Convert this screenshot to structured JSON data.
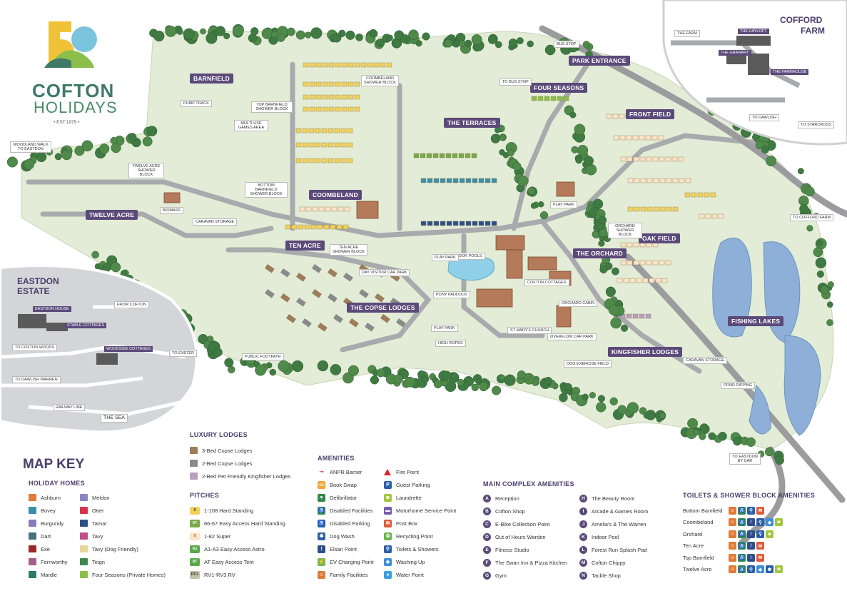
{
  "logo": {
    "number": "50",
    "brand_line1": "COFTON",
    "brand_line2": "HOLIDAYS",
    "est": "• EST.1975 •"
  },
  "areas": [
    {
      "id": "barnfield",
      "label": "BARNFIELD"
    },
    {
      "id": "coombeland",
      "label": "COOMBELAND"
    },
    {
      "id": "the-terraces",
      "label": "THE TERRACES"
    },
    {
      "id": "four-seasons",
      "label": "FOUR SEASONS"
    },
    {
      "id": "front-field",
      "label": "FRONT FIELD"
    },
    {
      "id": "park-entrance",
      "label": "PARK ENTRANCE"
    },
    {
      "id": "twelve-acre",
      "label": "TWELVE ACRE"
    },
    {
      "id": "ten-acre",
      "label": "TEN ACRE"
    },
    {
      "id": "the-copse-lodges",
      "label": "THE COPSE LODGES"
    },
    {
      "id": "the-orchard",
      "label": "THE ORCHARD"
    },
    {
      "id": "oak-field",
      "label": "OAK FIELD"
    },
    {
      "id": "fishing-lakes",
      "label": "FISHING LAKES"
    },
    {
      "id": "kingfisher-lodges",
      "label": "KINGFISHER LODGES"
    }
  ],
  "small_labels": [
    {
      "id": "woodland-walk",
      "text": "WOODLAND WALK TO EASTDON"
    },
    {
      "id": "pump-track",
      "text": "PUMP TRACK"
    },
    {
      "id": "multi-use",
      "text": "MULTI-USE GAMES AREA"
    },
    {
      "id": "top-barnfield-shower",
      "text": "TOP BARNFIELD SHOWER BLOCK"
    },
    {
      "id": "twelve-acre-shower",
      "text": "TWELVE ACRE SHOWER BLOCK"
    },
    {
      "id": "biomass",
      "text": "BIOMASS"
    },
    {
      "id": "caravan-storage",
      "text": "CARAVAN STORAGE"
    },
    {
      "id": "bottom-barnfield-shower",
      "text": "BOTTOM BARNFIELD SHOWER BLOCK"
    },
    {
      "id": "coombeland-shower",
      "text": "COOMBELAND SHOWER BLOCK"
    },
    {
      "id": "ten-acre-shower",
      "text": "TEN ACRE SHOWER BLOCK"
    },
    {
      "id": "day-visitor",
      "text": "DAY VISITOR CAR PARK"
    },
    {
      "id": "outdoor-pools",
      "text": "OUTDOOR POOLS"
    },
    {
      "id": "play-park-1",
      "text": "PLAY PARK"
    },
    {
      "id": "pony-paddock",
      "text": "PONY PADDOCK"
    },
    {
      "id": "play-park-2",
      "text": "PLAY PARK"
    },
    {
      "id": "high-ropes",
      "text": "HIGH ROPES"
    },
    {
      "id": "public-footpath",
      "text": "PUBLIC FOOTPATH"
    },
    {
      "id": "bus-stop-1",
      "text": "BUS STOP"
    },
    {
      "id": "to-bus-stop",
      "text": "TO BUS STOP"
    },
    {
      "id": "play-park-3",
      "text": "PLAY PARK"
    },
    {
      "id": "orchard-shower",
      "text": "ORCHARD SHOWER BLOCK"
    },
    {
      "id": "cofton-cottages",
      "text": "COFTON COTTAGES"
    },
    {
      "id": "orchard-cabin",
      "text": "ORCHARD CABIN"
    },
    {
      "id": "st-marys",
      "text": "ST MARY'S CHURCH"
    },
    {
      "id": "overflow",
      "text": "OVERFLOW CAR PARK"
    },
    {
      "id": "dog-exercise",
      "text": "DOG EXERCISE FIELD"
    },
    {
      "id": "caravan-storage-2",
      "text": "CARAVAN STORAGE"
    },
    {
      "id": "pond-dipping",
      "text": "POND DIPPING"
    },
    {
      "id": "to-cofford-farm",
      "text": "TO COFFORD FARM"
    },
    {
      "id": "to-dawlish",
      "text": "TO DAWLISH"
    },
    {
      "id": "to-starcross",
      "text": "TO STARCROSS"
    },
    {
      "id": "to-eastdon-car",
      "text": "TO EASTDON BY CAR"
    }
  ],
  "inset_cofford": {
    "title_line1": "COFFORD",
    "title_line2": "FARM",
    "labels": [
      "THE FARM",
      "THE HAYLOFT",
      "THE GRANARY",
      "THE FARMHOUSE"
    ]
  },
  "inset_eastdon": {
    "title_line1": "EASTDON",
    "title_line2": "ESTATE",
    "labels": [
      "EASTDON HOUSE",
      "STABLE COTTAGES",
      "FROM COFTON",
      "TO COFTON WOODS",
      "WOODSIDE COTTAGES",
      "TO EXETER",
      "TO DAWLISH WARREN",
      "RAILWAY LINE",
      "THE SEA"
    ]
  },
  "key": {
    "title": "MAP KEY",
    "holiday_homes": {
      "heading": "HOLIDAY HOMES",
      "col1": [
        {
          "label": "Ashburn",
          "color": "#e07b39"
        },
        {
          "label": "Bovey",
          "color": "#3a8fa8"
        },
        {
          "label": "Burgundy",
          "color": "#8a7ab8"
        },
        {
          "label": "Dart",
          "color": "#4a6e7a"
        },
        {
          "label": "Exe",
          "color": "#9a2a2a"
        },
        {
          "label": "Fernworthy",
          "color": "#a35f8a"
        },
        {
          "label": "Mardle",
          "color": "#2e7b6e"
        }
      ],
      "col2": [
        {
          "label": "Meldon",
          "color": "#8a86c4"
        },
        {
          "label": "Otter",
          "color": "#d8344a"
        },
        {
          "label": "Tamar",
          "color": "#2d4f8a"
        },
        {
          "label": "Tavy",
          "color": "#c14f86"
        },
        {
          "label": "Tavy (Dog Friendly)",
          "color": "#e8d79a"
        },
        {
          "label": "Teign",
          "color": "#3a8a4e"
        },
        {
          "label": "Four Seasons (Private Homes)",
          "color": "#8bbf4a"
        }
      ]
    },
    "luxury_lodges": {
      "heading": "LUXURY LODGES",
      "items": [
        {
          "label": "3-Bed Copse Lodges",
          "color": "#9b7d5a"
        },
        {
          "label": "2-Bed Copse Lodges",
          "color": "#8a8a8a"
        },
        {
          "label": "2-Bed Pet Friendly Kingfisher Lodges",
          "color": "#b8a0c0"
        }
      ]
    },
    "pitches": {
      "heading": "PITCHES",
      "items": [
        {
          "badge": "5",
          "label": "1-108 Hard Standing",
          "bg": "#f2d25a",
          "fg": "#333"
        },
        {
          "badge": "67",
          "label": "66-67 Easy Access Hard Standing",
          "bg": "#7aa84a",
          "fg": "#fff"
        },
        {
          "badge": "5",
          "label": "1-82 Super",
          "bg": "#fde3c8",
          "fg": "#b55a1a"
        },
        {
          "badge": "A1",
          "label": "A1-A3 Easy Access Astro",
          "bg": "#5aa84a",
          "fg": "#fff"
        },
        {
          "badge": "AT",
          "label": "AT Easy Access Tent",
          "bg": "#5aa84a",
          "fg": "#fff"
        },
        {
          "badge": "RV1",
          "label": "RV1-RV3 RV",
          "bg": "#c8c3a8",
          "fg": "#333"
        }
      ]
    },
    "amenities": {
      "heading": "AMENITIES",
      "col1": [
        {
          "label": "ANPR Barrier",
          "icon": "barrier-icon",
          "bg": "#ffffff",
          "glyph": "⊸"
        },
        {
          "label": "Book Swap",
          "icon": "book-icon",
          "bg": "#f2a73a",
          "glyph": "▭"
        },
        {
          "label": "Defibrillator",
          "icon": "heart-icon",
          "bg": "#2e8a4e",
          "glyph": "♥"
        },
        {
          "label": "Disabled Facilities",
          "icon": "wheelchair-icon",
          "bg": "#2e8a4e",
          "glyph": "♿"
        },
        {
          "label": "Disabled Parking",
          "icon": "wheelchair-parking-icon",
          "bg": "#2d5fa8",
          "glyph": "♿"
        },
        {
          "label": "Dog Wash",
          "icon": "paw-icon",
          "bg": "#2d5fa8",
          "glyph": "✽"
        },
        {
          "label": "Elsan Point",
          "icon": "elsan-icon",
          "bg": "#2d4f8a",
          "glyph": "!"
        },
        {
          "label": "EV Charging Point",
          "icon": "ev-icon",
          "bg": "#7ab84a",
          "glyph": "⚡"
        },
        {
          "label": "Family Facilities",
          "icon": "family-icon",
          "bg": "#e07b39",
          "glyph": "☺"
        }
      ],
      "col2": [
        {
          "label": "Fire Point",
          "icon": "fire-point-icon",
          "bg": "#d8262e",
          "glyph": "▲"
        },
        {
          "label": "Guest Parking",
          "icon": "parking-icon",
          "bg": "#2d5fa8",
          "glyph": "P"
        },
        {
          "label": "Laundrette",
          "icon": "laundrette-icon",
          "bg": "#a0c83a",
          "glyph": "◙"
        },
        {
          "label": "Motorhome Service Point",
          "icon": "motorhome-icon",
          "bg": "#7a5ab0",
          "glyph": "▬"
        },
        {
          "label": "Post Box",
          "icon": "post-icon",
          "bg": "#e05a3a",
          "glyph": "✉"
        },
        {
          "label": "Recycling Point",
          "icon": "recycling-icon",
          "bg": "#6ab84a",
          "glyph": "♻"
        },
        {
          "label": "Toilets & Showers",
          "icon": "toilet-icon",
          "bg": "#2d5fa8",
          "glyph": "⚲"
        },
        {
          "label": "Washing Up",
          "icon": "washing-up-icon",
          "bg": "#3a8fd8",
          "glyph": "◆"
        },
        {
          "label": "Water Point",
          "icon": "water-icon",
          "bg": "#3aa0e0",
          "glyph": "●"
        }
      ]
    },
    "main_complex": {
      "heading": "MAIN COMPLEX AMENITIES",
      "col1": [
        {
          "letter": "A",
          "label": "Reception"
        },
        {
          "letter": "B",
          "label": "Cofton Shop"
        },
        {
          "letter": "C",
          "label": "E-Bike Collection Point"
        },
        {
          "letter": "D",
          "label": "Out of Hours Warden"
        },
        {
          "letter": "E",
          "label": "Fitness Studio"
        },
        {
          "letter": "F",
          "label": "The Swan Inn & Pizza Kitchen"
        },
        {
          "letter": "G",
          "label": "Gym"
        }
      ],
      "col2": [
        {
          "letter": "H",
          "label": "The Beauty Room"
        },
        {
          "letter": "I",
          "label": "Arcade & Games Room"
        },
        {
          "letter": "J",
          "label": "Amelia's & The Warren"
        },
        {
          "letter": "K",
          "label": "Indoor Pool"
        },
        {
          "letter": "L",
          "label": "Forest Run Splash Pad"
        },
        {
          "letter": "M",
          "label": "Cofton Chippy"
        },
        {
          "letter": "N",
          "label": "Tackle Shop"
        }
      ]
    },
    "toilets": {
      "heading": "TOILETS & SHOWER BLOCK AMENITIES",
      "rows": [
        {
          "label": "Bottom Barnfield",
          "icons": [
            "family-icon",
            "wheelchair-icon",
            "toilet-icon",
            "post-icon"
          ]
        },
        {
          "label": "Coombeland",
          "icons": [
            "family-icon",
            "wheelchair-icon",
            "elsan-icon",
            "toilet-icon",
            "washing-up-icon",
            "laundrette-icon"
          ]
        },
        {
          "label": "Orchard",
          "icons": [
            "family-icon",
            "wheelchair-icon",
            "elsan-icon",
            "toilet-icon",
            "laundrette-icon"
          ]
        },
        {
          "label": "Ten Acre",
          "icons": [
            "family-icon",
            "wheelchair-icon",
            "elsan-icon",
            "post-icon"
          ]
        },
        {
          "label": "Top Barnfield",
          "icons": [
            "family-icon",
            "wheelchair-icon",
            "elsan-icon",
            "post-icon"
          ]
        },
        {
          "label": "Twelve Acre",
          "icons": [
            "family-icon",
            "wheelchair-icon",
            "toilet-icon",
            "washing-up-icon",
            "paw-icon",
            "laundrette-icon"
          ]
        }
      ]
    }
  }
}
